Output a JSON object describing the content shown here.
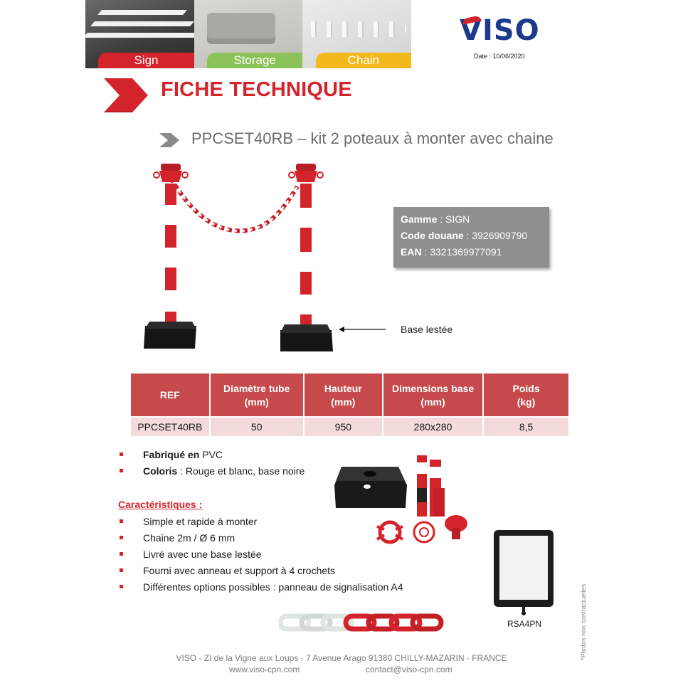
{
  "banner": {
    "items": [
      {
        "label": "Sign",
        "color": "#d4242b"
      },
      {
        "label": "Storage",
        "color": "#8cc25a"
      },
      {
        "label": "Chain",
        "color": "#f2b81c"
      }
    ]
  },
  "brand": {
    "logo": "VISO",
    "logo_color": "#1b3a8c",
    "accent": "#d4242b"
  },
  "header": {
    "date": "Date : 10/06/2020"
  },
  "title": "FICHE TECHNIQUE",
  "subtitle": "PPCSET40RB – kit 2 poteaux à monter avec chaine",
  "info": {
    "gamme_label": "Gamme",
    "gamme_value": ": SIGN",
    "douane_label": "Code douane",
    "douane_value": ": 3926909790",
    "ean_label": "EAN",
    "ean_value": ": 3321369977091"
  },
  "base_label": "Base lestée",
  "table": {
    "headers": [
      "REF",
      "Diamètre tube (mm)",
      "Hauteur (mm)",
      "Dimensions base (mm)",
      "Poids (kg)"
    ],
    "header_lines": [
      [
        "REF"
      ],
      [
        "Diamètre tube",
        "(mm)"
      ],
      [
        "Hauteur",
        "(mm)"
      ],
      [
        "Dimensions base",
        "(mm)"
      ],
      [
        "Poids",
        "(kg)"
      ]
    ],
    "rows": [
      [
        "PPCSET40RB",
        "50",
        "950",
        "280x280",
        "8,5"
      ]
    ]
  },
  "features": [
    {
      "bold": "Fabriqué en",
      "text": " PVC"
    },
    {
      "bold": "Coloris",
      "text": " : Rouge et blanc, base noire"
    }
  ],
  "caracteristiques_title": "Caractéristiques :",
  "caracteristiques": [
    "Simple et rapide à monter",
    "Chaine 2m / Ø 6 mm",
    "Livré avec une base lestée",
    "Fourni avec anneau et support à 4 crochets",
    "Différentes options possibles : panneau de signalisation A4"
  ],
  "accessory_label": "RSA4PN",
  "photo_note": "*Photos non contractuelles",
  "footer": {
    "address": "VISO - ZI de la Vigne aux Loups - 7 Avenue Arago 91380 CHILLY-MAZARIN - FRANCE",
    "website": "www.viso-cpn.com",
    "email": "contact@viso-cpn.com"
  }
}
